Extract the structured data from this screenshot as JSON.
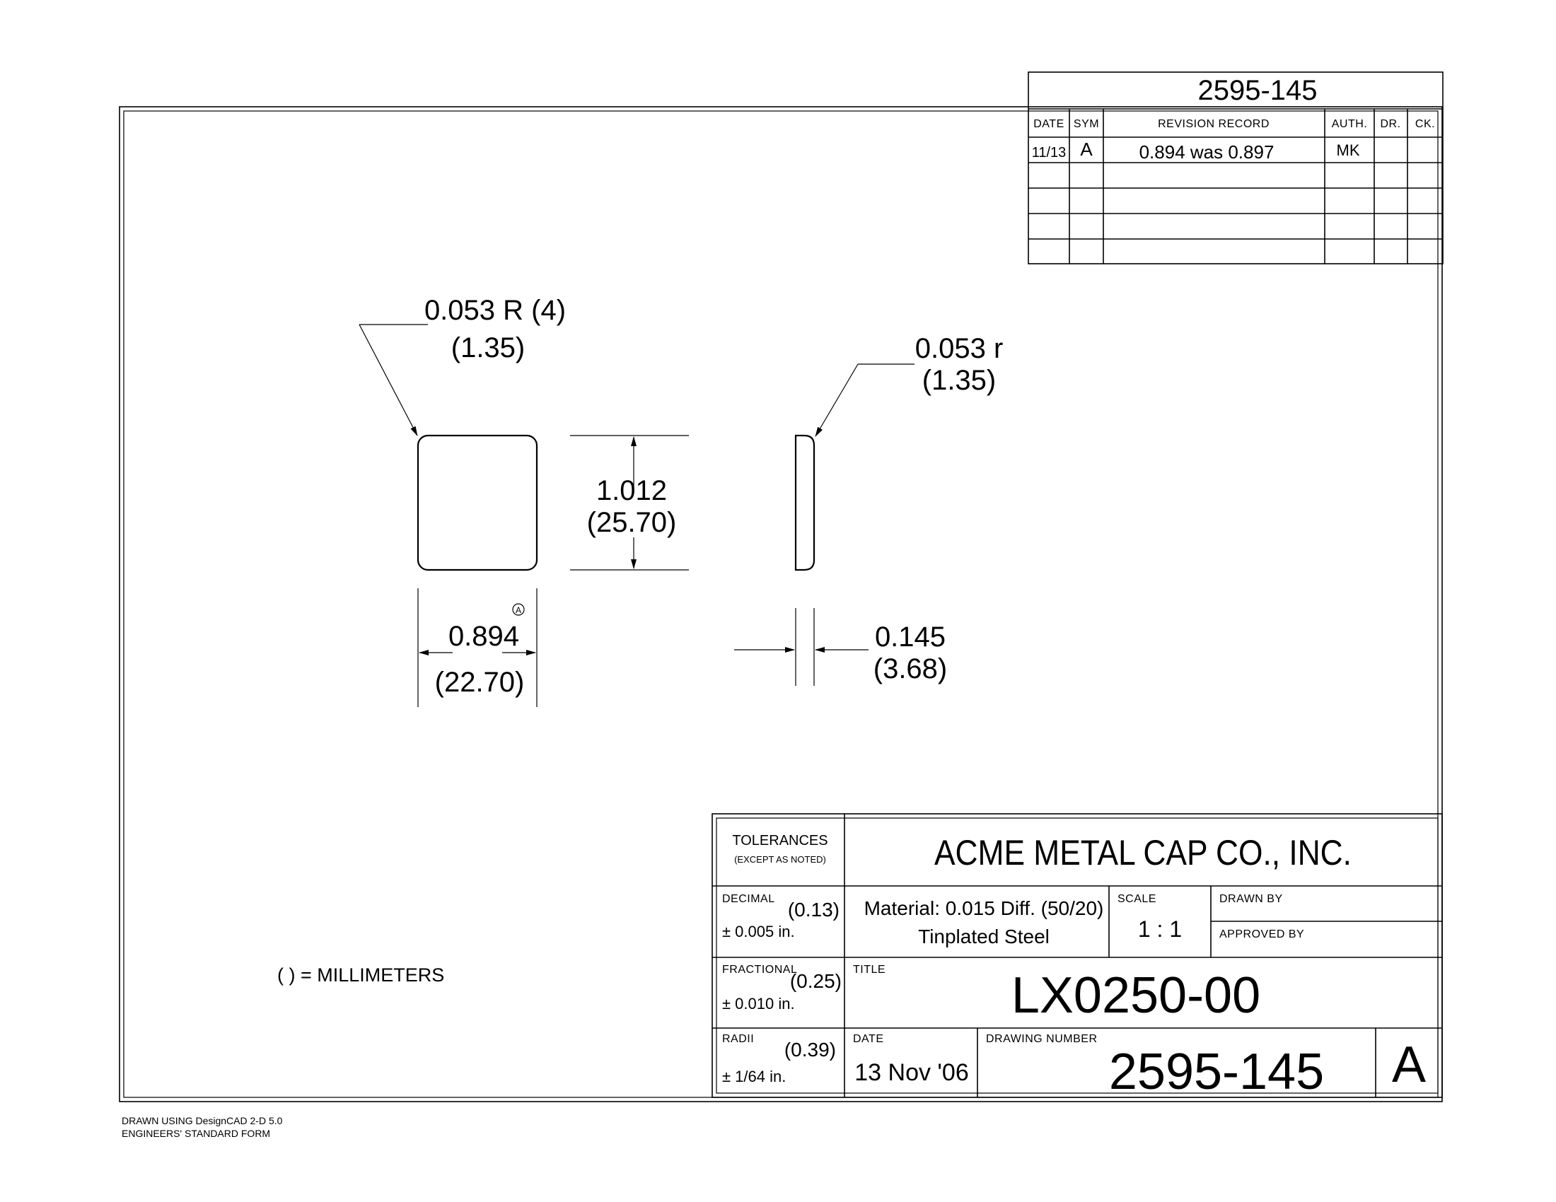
{
  "revision_block": {
    "drawing_number": "2595-145",
    "headers": {
      "date": "DATE",
      "sym": "SYM",
      "record": "REVISION RECORD",
      "auth": "AUTH.",
      "dr": "DR.",
      "ck": "CK."
    },
    "entries": [
      {
        "date": "11/13",
        "sym": "A",
        "record": "0.894 was 0.897",
        "auth": "MK",
        "dr": "",
        "ck": ""
      }
    ]
  },
  "dimensions": {
    "corner_radius_in": "0.053 R (4)",
    "corner_radius_mm": "(1.35)",
    "edge_radius_in": "0.053 r",
    "edge_radius_mm": "(1.35)",
    "height_in": "1.012",
    "height_mm": "(25.70)",
    "width_in": "0.894",
    "width_mm": "(22.70)",
    "width_rev_symbol": "A",
    "thickness_in": "0.145",
    "thickness_mm": "(3.68)"
  },
  "note": "( ) = MILLIMETERS",
  "title_block": {
    "tolerances_label": "TOLERANCES",
    "tolerances_sub": "(EXCEPT AS NOTED)",
    "company": "ACME METAL CAP CO., INC.",
    "decimal_label": "DECIMAL",
    "decimal_mm": "(0.13)",
    "decimal_value": "± 0.005 in.",
    "fractional_label": "FRACTIONAL",
    "fractional_mm": "(0.25)",
    "fractional_value": "± 0.010 in.",
    "radii_label": "RADII",
    "radii_mm": "(0.39)",
    "radii_value": "± 1/64 in.",
    "material_line1": "Material: 0.015 Diff. (50/20)",
    "material_line2": "Tinplated Steel",
    "scale_label": "SCALE",
    "scale_value": "1 : 1",
    "drawn_by_label": "DRAWN BY",
    "approved_by_label": "APPROVED BY",
    "title_label": "TITLE",
    "title_value": "LX0250-00",
    "date_label": "DATE",
    "date_value": "13 Nov '06",
    "drawing_number_label": "DRAWING NUMBER",
    "drawing_number_value": "2595-145",
    "revision_letter": "A"
  },
  "footer": {
    "line1": "DRAWN USING DesignCAD 2-D 5.0",
    "line2": "ENGINEERS' STANDARD FORM"
  }
}
